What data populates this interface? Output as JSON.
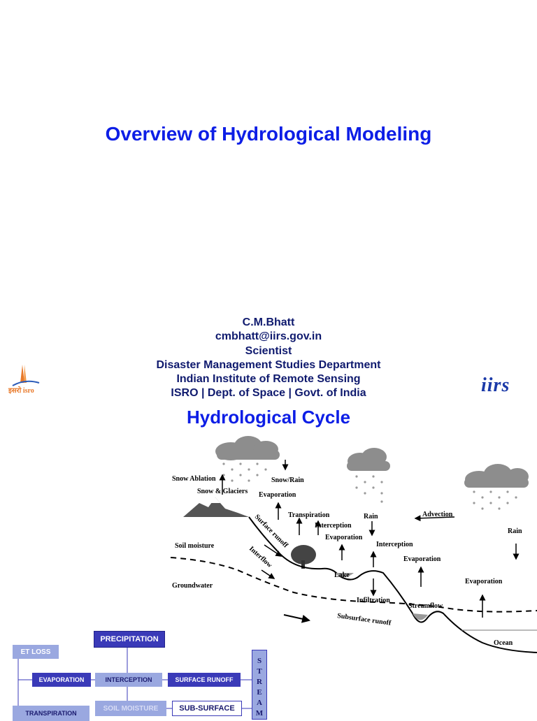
{
  "slide1": {
    "title": "Overview of Hydrological Modeling",
    "author_lines": [
      "C.M.Bhatt",
      "cmbhatt@iirs.gov.in",
      "Scientist",
      "Disaster Management Studies Department",
      "Indian Institute of Remote Sensing",
      "ISRO | Dept. of Space | Govt. of India"
    ],
    "isro_logo_text": "इसरो isro",
    "iirs_logo_text": "iirs"
  },
  "slide2": {
    "title": "Hydrological Cycle",
    "labels": {
      "snow_ablation": "Snow Ablation",
      "snow_glaciers": "Snow & Glaciers",
      "snow_rain": "Snow/Rain",
      "evaporation_1": "Evaporation",
      "transpiration": "Transpiration",
      "interception_1": "Interception",
      "rain_1": "Rain",
      "evaporation_2": "Evaporation",
      "interception_2": "Interception",
      "advection": "Advection",
      "rain_2": "Rain",
      "evaporation_3": "Evaporation",
      "evaporation_4": "Evaporation",
      "soil_moisture": "Soil moisture",
      "groundwater": "Groundwater",
      "surface_runoff": "Surface runoff",
      "interflow": "Interflow",
      "lake": "Lake",
      "infiltration": "Infiltration",
      "streamflow": "Streamflow",
      "subsurface_runoff": "Subsurface runoff",
      "ocean": "Ocean"
    }
  },
  "flowchart": {
    "precipitation": "PRECIPITATION",
    "et_loss": "ET LOSS",
    "evaporation": "EVAPORATION",
    "interception": "INTERCEPTION",
    "surface_runoff": "SURFACE RUNOFF",
    "transpiration": "TRANSPIRATION",
    "soil_moisture": "SOIL MOISTURE",
    "sub_surface": "SUB-SURFACE",
    "stream_letters": [
      "S",
      "T",
      "R",
      "E",
      "A",
      "M"
    ]
  },
  "colors": {
    "title_blue": "#0d1ee6",
    "author_navy": "#0f1a6e",
    "flow_dark": "#3a3ab8",
    "flow_light": "#9aa8e0"
  }
}
